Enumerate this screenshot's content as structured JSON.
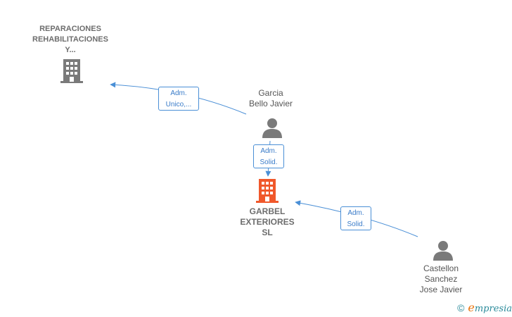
{
  "colors": {
    "edge": "#4a8fd6",
    "node_gray": "#7a7a7a",
    "node_main": "#f0582b",
    "brand_teal": "#2a8a9a",
    "brand_orange": "#e8730c"
  },
  "nodes": {
    "reparaciones": {
      "lines": [
        "REPARACIONES",
        "REHABILITACIONES",
        "Y..."
      ],
      "icon": "building-icon"
    },
    "garcia": {
      "lines": [
        "Garcia",
        "Bello Javier"
      ],
      "icon": "person-icon"
    },
    "garbel": {
      "lines": [
        "GARBEL",
        "EXTERIORES",
        "SL"
      ],
      "icon": "building-icon"
    },
    "castellon": {
      "lines": [
        "Castellon",
        "Sanchez",
        "Jose Javier"
      ],
      "icon": "person-icon"
    }
  },
  "edges": {
    "garcia_to_reparaciones": {
      "lines": [
        "Adm.",
        "Unico,..."
      ]
    },
    "garcia_to_garbel": {
      "lines": [
        "Adm.",
        "Solid."
      ]
    },
    "castellon_to_garbel": {
      "lines": [
        "Adm.",
        "Solid."
      ]
    }
  },
  "brand": {
    "copyright": "©",
    "e": "e",
    "rest": "mpresia"
  }
}
